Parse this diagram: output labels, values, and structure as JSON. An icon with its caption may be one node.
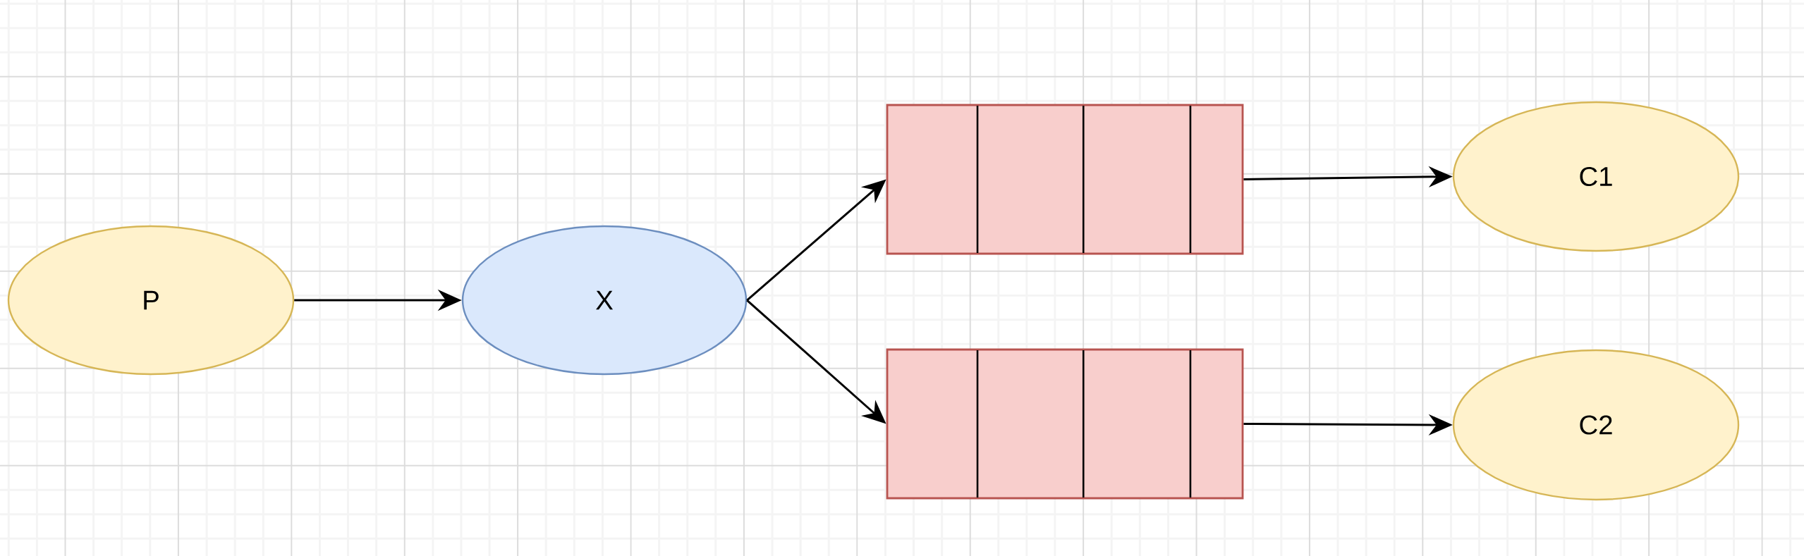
{
  "diagram": {
    "nodes": [
      {
        "text": [
          "P"
        ]
      },
      {
        "text": [
          "X"
        ]
      },
      {
        "text": [],
        "shape": "box"
      },
      {
        "text": [],
        "shape": "box"
      },
      {
        "text": [
          "C1"
        ]
      },
      {
        "text": [
          "C2"
        ]
      }
    ],
    "edges": [
      {
        "from": 0,
        "to": 1,
        "arrow": "to"
      },
      {
        "from": 1,
        "to": 2,
        "arrow": "to"
      },
      {
        "from": 1,
        "to": 3,
        "arrow": "to"
      },
      {
        "from": 2,
        "to": 4,
        "arrow": "to"
      },
      {
        "from": 3,
        "to": 5,
        "arrow": "to"
      }
    ]
  }
}
